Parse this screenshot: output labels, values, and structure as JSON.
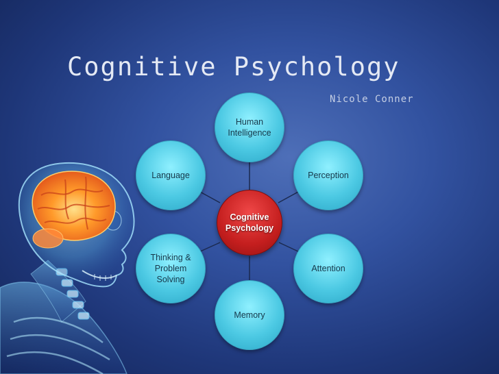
{
  "slide": {
    "title": "Cognitive Psychology",
    "author": "Nicole Conner"
  },
  "diagram": {
    "center": "Cognitive\nPsychology",
    "nodes": {
      "human_intelligence": "Human\nIntelligence",
      "perception": "Perception",
      "attention": "Attention",
      "memory": "Memory",
      "thinking": "Thinking &\nProblem\nSolving",
      "language": "Language"
    }
  },
  "colors": {
    "background": "#2b4a98",
    "outer_node": "#4cc9e3",
    "center_node": "#c41e1e",
    "connector": "#1b2a4f"
  },
  "illustration": "x-ray-head-brain-icon"
}
